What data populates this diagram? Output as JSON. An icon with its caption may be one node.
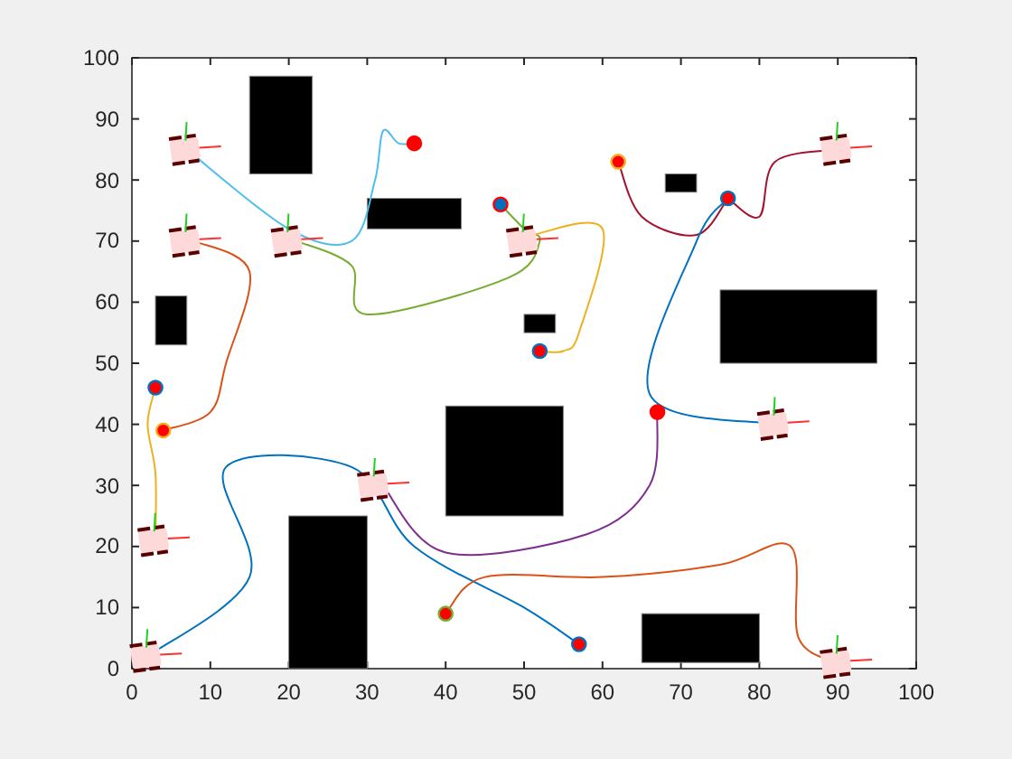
{
  "diagram": {
    "labels": [
      "0",
      "10",
      "20",
      "30",
      "40",
      "50",
      "60",
      "70",
      "80",
      "90",
      "100",
      "0",
      "10",
      "20",
      "30",
      "40",
      "50",
      "60",
      "70",
      "80",
      "90",
      "100"
    ]
  }
}
